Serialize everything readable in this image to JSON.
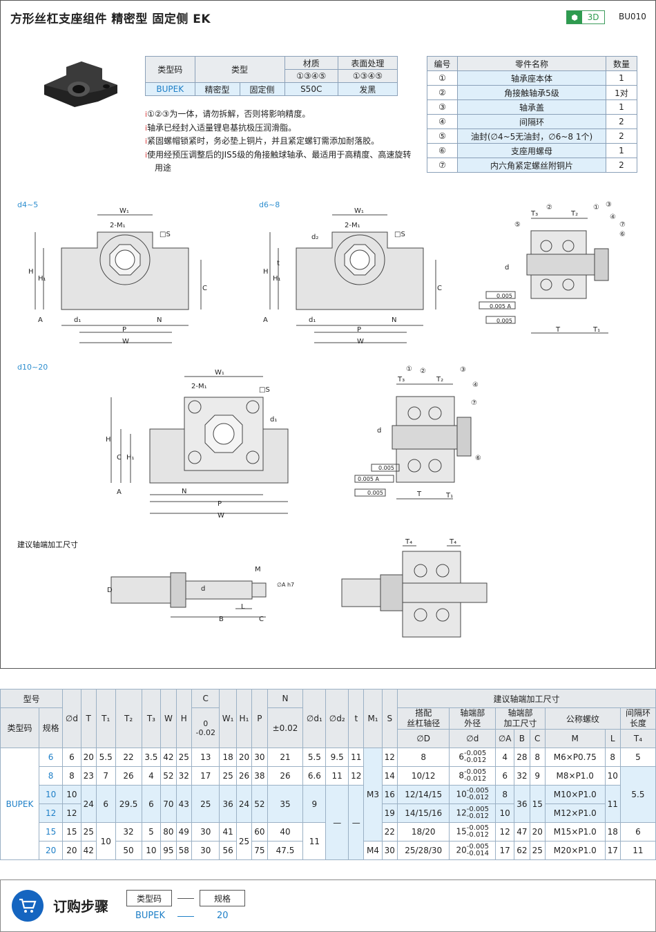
{
  "header": {
    "title": "方形丝杠支座组件  精密型  固定侧  EK",
    "badge_3d": "3D",
    "product_code": "BU010"
  },
  "spec_table": {
    "col_type_code": "类型码",
    "col_type": "类型",
    "col_material": "材质",
    "col_surface": "表面处理",
    "material_parts": "①③④⑤",
    "surface_parts": "①③④⑤",
    "type_code": "BUPEK",
    "type_1": "精密型",
    "type_2": "固定侧",
    "material": "S50C",
    "surface": "发黑"
  },
  "notes": [
    "①②③为一体，请勿拆解，否则将影响精度。",
    "轴承已经封入适量锂皂基抗极压润滑脂。",
    "紧固螺帽锁紧时，务必垫上铜片，并且紧定螺钉需添加耐落胶。",
    "使用经预压调整后的JIS5级的角接触球轴承、最适用于高精度、高速旋转用途"
  ],
  "note_icon": "i",
  "parts_table": {
    "headers": [
      "编号",
      "零件名称",
      "数量"
    ],
    "rows": [
      [
        "①",
        "轴承座本体",
        "1"
      ],
      [
        "②",
        "角接触轴承5级",
        "1对"
      ],
      [
        "③",
        "轴承盖",
        "1"
      ],
      [
        "④",
        "间隔环",
        "2"
      ],
      [
        "⑤",
        "油封(∅4~5无油封，∅6~8  1个)",
        "2"
      ],
      [
        "⑥",
        "支座用螺母",
        "1"
      ],
      [
        "⑦",
        "内六角紧定螺丝附铜片",
        "2"
      ]
    ]
  },
  "drawing_labels": {
    "group_a": "d4~5",
    "group_b": "d6~8",
    "group_c": "d10~20",
    "shaft_section": "建议轴端加工尺寸",
    "datum": "A",
    "dims_front": [
      "W₁",
      "2-M₁",
      "□S",
      "H",
      "H₁",
      "C",
      "d₁",
      "P",
      "N",
      "W",
      "t",
      "d₂"
    ],
    "dims_side": [
      "T₃",
      "T₂",
      "T",
      "T₁",
      "d",
      "0.005",
      "0.005 A"
    ],
    "dims_shaft": [
      "D",
      "d",
      "M",
      "∅A h7",
      "L",
      "B",
      "C",
      "T₄"
    ],
    "balloons": [
      "①",
      "②",
      "③",
      "④",
      "⑤",
      "⑥",
      "⑦"
    ]
  },
  "dim_table": {
    "group_model": "型号",
    "group_shaft": "建议轴端加工尺寸",
    "h_type_code": "类型码",
    "h_spec": "规格",
    "h_d": "∅d",
    "h_T": "T",
    "h_T1": "T₁",
    "h_T2": "T₂",
    "h_T3": "T₃",
    "h_W": "W",
    "h_H": "H",
    "h_C": "C",
    "h_C_tol": "0\n-0.02",
    "h_W1": "W₁",
    "h_H1": "H₁",
    "h_P": "P",
    "h_N": "N",
    "h_N_tol": "±0.02",
    "h_d1": "∅d₁",
    "h_d2": "∅d₂",
    "h_t": "t",
    "h_M1": "M₁",
    "h_S": "S",
    "h_screw_dia": "搭配\n丝杠轴径",
    "h_shaft_od": "轴端部\n外径",
    "h_shaft_size": "轴端部\n加工尺寸",
    "h_thread": "公称螺纹",
    "h_spacer": "间隔环\n长度",
    "sub_D": "∅D",
    "sub_d": "∅d",
    "sub_A": "∅A",
    "sub_B": "B",
    "sub_C": "C",
    "sub_M": "M",
    "sub_L": "L",
    "sub_T4": "T₄",
    "type_code": "BUPEK",
    "tol_upper": "-0.005",
    "tol_lower": "-0.012",
    "tol_lower_20": "-0.014",
    "dash": "—",
    "rows": [
      {
        "spec": "6",
        "d": "6",
        "T": "20",
        "T1": "5.5",
        "T2": "22",
        "T3": "3.5",
        "W": "42",
        "H": "25",
        "C": "13",
        "W1": "18",
        "H1": "20",
        "P": "30",
        "N": "21",
        "d1": "5.5",
        "d2": "9.5",
        "t": "11",
        "S": "12",
        "D": "8",
        "sd": "6",
        "A": "4",
        "B": "28",
        "SC": "8",
        "M": "M6×P0.75",
        "L": "8",
        "T4": "5"
      },
      {
        "spec": "8",
        "d": "8",
        "T": "23",
        "T1": "7",
        "T2": "26",
        "T3": "4",
        "W": "52",
        "H": "32",
        "C": "17",
        "W1": "25",
        "H1": "26",
        "P": "38",
        "N": "26",
        "d1": "6.6",
        "d2": "11",
        "t": "12",
        "S": "14",
        "D": "10/12",
        "sd": "8",
        "A": "6",
        "B": "32",
        "SC": "9",
        "M": "M8×P1.0",
        "L": "10",
        "T4": ""
      },
      {
        "spec": "10",
        "d": "10",
        "S": "16",
        "D": "12/14/15",
        "sd": "10",
        "A": "8",
        "M": "M10×P1.0"
      },
      {
        "spec": "12",
        "d": "12",
        "S": "19",
        "D": "14/15/16",
        "sd": "12",
        "A": "10",
        "M": "M12×P1.0"
      },
      {
        "spec": "15",
        "d": "15",
        "T": "25",
        "T2": "32",
        "T3": "5",
        "W": "80",
        "H": "49",
        "C": "30",
        "W1": "41",
        "P": "60",
        "N": "40",
        "S": "22",
        "D": "18/20",
        "sd": "15",
        "A": "12",
        "B": "47",
        "SC": "20",
        "M": "M15×P1.0",
        "L": "18",
        "T4": "6"
      },
      {
        "spec": "20",
        "d": "20",
        "T": "42",
        "T1": "10",
        "T2": "50",
        "T3": "10",
        "W": "95",
        "H": "58",
        "C": "30",
        "W1": "56",
        "P": "75",
        "N": "47.5",
        "M1": "M4",
        "S": "30",
        "D": "25/28/30",
        "sd": "20",
        "A": "17",
        "B": "62",
        "SC": "25",
        "M": "M20×P1.0",
        "L": "17",
        "T4": "11"
      }
    ],
    "merged": {
      "T_10_12": "24",
      "T1_10_12": "6",
      "T2_10_12": "29.5",
      "T3_10_12": "6",
      "W_10_12": "70",
      "H_10_12": "43",
      "C_10_12": "25",
      "W1_10_12": "36",
      "H1_10_12": "24",
      "P_10_12": "52",
      "N_10_12": "35",
      "d1_10_12": "9",
      "H1_15_20": "25",
      "d1_15_20": "11",
      "M1_6_15": "M3",
      "B_10_12": "36",
      "SC_10_12": "15",
      "L_10_12": "11",
      "T4_8_12": "5.5"
    }
  },
  "order": {
    "title": "订购步骤",
    "label_type": "类型码",
    "label_spec": "规格",
    "value_type": "BUPEK",
    "value_spec": "20"
  },
  "colors": {
    "accent_blue": "#1e7fc7",
    "header_bg": "#e6e9ec",
    "row_bg": "#dfeffa",
    "badge_green": "#2e9b4f",
    "cart_blue": "#1565c0"
  }
}
